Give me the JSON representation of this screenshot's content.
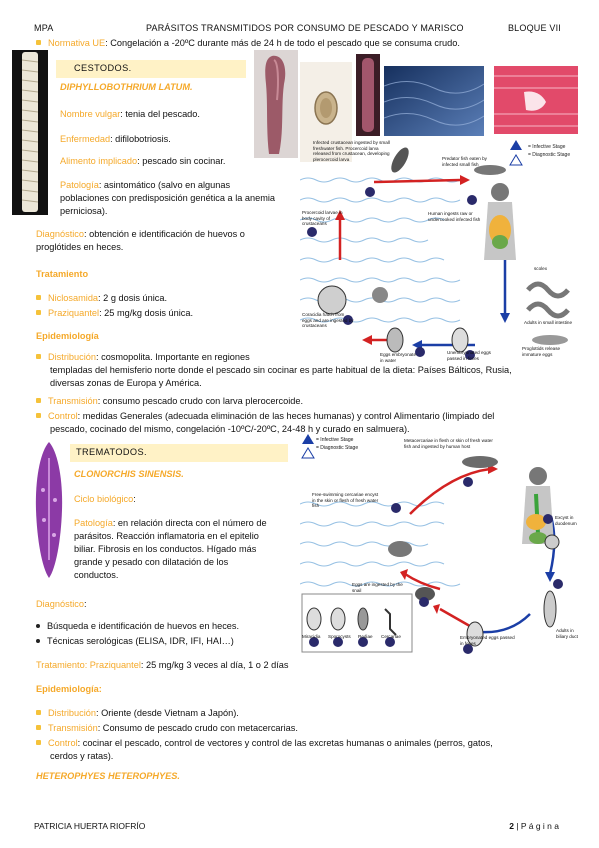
{
  "header": {
    "left": "MPA",
    "center": "PARÁSITOS TRANSMITIDOS POR CONSUMO DE PESCADO Y MARISCO",
    "right": "BLOQUE VII"
  },
  "normativa": {
    "label": "Normativa UE",
    "text": ": Congelación a -20ºC durante más de 24 h de todo el pescado que se consuma crudo."
  },
  "cestodos": {
    "band": "CESTODOS.",
    "species": "DIPHYLLOBOTHRIUM LATUM.",
    "nombre_label": "Nombre vulgar",
    "nombre_text": ": tenia del pescado.",
    "enfermedad_label": "Enfermedad",
    "enfermedad_text": ": difilobotriosis.",
    "alimento_label": "Alimento implicado",
    "alimento_text": ": pescado sin cocinar.",
    "patologia_label": "Patología",
    "patologia_text1": ": asintomático (salvo en algunas",
    "patologia_text2": "poblaciones con predisposición genética a la anemia",
    "patologia_text3": "perniciosa).",
    "diagnostico_label": "Diagnóstico",
    "diagnostico_text1": ": obtención e identificación de huevos o",
    "diagnostico_text2": "proglótides en heces.",
    "tratamiento_title": "Tratamiento",
    "trat1_label": "Niclosamida",
    "trat1_text": ": 2 g dosis única.",
    "trat2_label": "Praziquantel",
    "trat2_text": ": 25 mg/kg dosis única.",
    "epi_title": "Epidemiología",
    "dist_label": "Distribución",
    "dist_text1": ": cosmopolita. Importante en regiones",
    "dist_text2": "templadas del hemisferio norte donde el pescado sin cocinar es parte habitual de la dieta: Países Bálticos, Rusia,",
    "dist_text3": "diversas zonas de Europa y América.",
    "trans_label": "Transmisión",
    "trans_text": ": consumo pescado crudo con larva plerocercoide.",
    "ctrl_label": "Control",
    "ctrl_text1": ": medidas Generales (adecuada eliminación de las heces humanas) y control Alimentario (limpiado del",
    "ctrl_text2": "pescado, cocinado del mismo, congelación -10ºC/-20ºC, 24-48 h y curado en salmuera)."
  },
  "diagram1": {
    "legend_i": "= Infective Stage",
    "legend_d": "= Diagnostic Stage",
    "labels": [
      "Infected crustacean ingested by small freshwater fish. Procercoid larva released from crustacean, developing plerocercoid larva",
      "Predator fish eaten by infected small fish",
      "Human ingests raw or undercooked infected fish",
      "Procercoid larvae in body cavity of crustaceans",
      "Coracidia hatch from eggs and are ingested by crustaceans",
      "Eggs embryonate in water",
      "Unembryonated eggs passed in feces",
      "Adults in small intestine",
      "Proglottids release immature eggs",
      "scolex"
    ],
    "numbers": [
      "1",
      "2",
      "3",
      "4",
      "5",
      "6"
    ]
  },
  "trematodos": {
    "band": "TREMATODOS.",
    "species": "CLONORCHIS SINENSIS.",
    "ciclo_label": "Ciclo biológico",
    "ciclo_text": ":",
    "patologia_label": "Patología",
    "patologia_text1": ": en relación directa con el número de",
    "patologia_text2": "parásitos. Reacción inflamatoria en el epitelio",
    "patologia_text3": "biliar. Fibrosis en los conductos. Hígado más",
    "patologia_text4": "grande y pesado con dilatación de los",
    "patologia_text5": "conductos.",
    "diagnostico_title": "Diagnóstico",
    "diag1": "Búsqueda e identificación de huevos en heces.",
    "diag2": "Técnicas serológicas (ELISA, IDR, IFI, HAI…)",
    "tratamiento_label": "Tratamiento",
    "praz_label": "Praziquantel",
    "trat_text": ": 25 mg/kg 3 veces al día, 1 o 2 días",
    "epi_title": "Epidemiología",
    "dist_label": "Distribución",
    "dist_text": ": Oriente (desde Vietnam a Japón).",
    "trans_label": "Transmisión",
    "trans_text": ": Consumo de pescado crudo con metacercarias.",
    "ctrl_label": "Control",
    "ctrl_text1": ": cocinar el pescado, control de vectores y control de las excretas humanas o animales (perros, gatos,",
    "ctrl_text2": "cerdos y ratas).",
    "next_species": "HETEROPHYES HETEROPHYES."
  },
  "diagram2": {
    "legend_i": "= Infective Stage",
    "legend_d": "= Diagnostic Stage",
    "labels": [
      "Metacercariae in flesh or skin of fresh water fish and ingested by human host",
      "Free-swimming cercariae encyst in the skin or flesh of fresh water fish",
      "Excyst in duodenum",
      "Eggs are ingested by the snail",
      "Embryonated eggs passed in feces",
      "Adults in biliary duct",
      "Miracidia",
      "Sporocysts",
      "Rediae",
      "Cercariae"
    ],
    "stages": [
      "2a",
      "2b",
      "2c",
      "2d"
    ],
    "numbers": [
      "1",
      "2",
      "3",
      "4",
      "5",
      "6"
    ]
  },
  "footer": {
    "author": "PATRICIA HUERTA RIOFRÍO",
    "page_num": "2",
    "page_word": "| P á g i n a"
  },
  "colors": {
    "accent": "#f5a92a",
    "band": "#fff2c6",
    "bullet": "#f5c23a"
  }
}
